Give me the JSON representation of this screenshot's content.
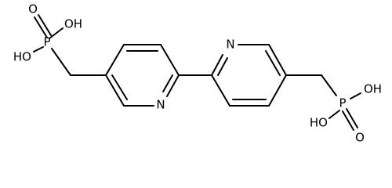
{
  "labels": {
    "left_oh_top": "OH",
    "left_oh_side": "HO",
    "left_p": "P",
    "left_o": "O",
    "n_left": "N",
    "n_right": "N",
    "right_p": "P",
    "right_oh_side": "OH",
    "right_oh_bottom": "HO",
    "right_o": "O"
  }
}
